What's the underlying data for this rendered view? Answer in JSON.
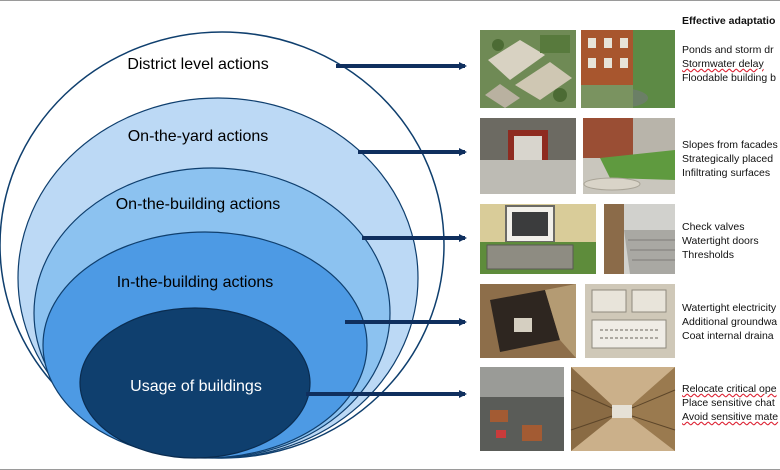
{
  "levels": [
    {
      "label": "District level actions"
    },
    {
      "label": "On-the-yard actions"
    },
    {
      "label": "On-the-building actions"
    },
    {
      "label": "In-the-building actions"
    },
    {
      "label": "Usage of buildings"
    }
  ],
  "colors": {
    "district": "#ffffff",
    "yard": "#bcd9f5",
    "building_on": "#8cc2f0",
    "building_in": "#4d9ae4",
    "usage": "#0f3f6e",
    "arrow": "#0f2f5e"
  },
  "panel": {
    "heading": "Effective adaptatio",
    "groups": [
      {
        "lines": [
          "Ponds and storm dr",
          "Stormwater delay",
          "Floodable building b"
        ]
      },
      {
        "lines": [
          "Slopes from facades",
          "Strategically placed",
          "Infiltrating surfaces"
        ]
      },
      {
        "lines": [
          "Check valves",
          "Watertight doors",
          "Thresholds"
        ]
      },
      {
        "lines": [
          "Watertight electricity",
          "Additional groundwa",
          "Coat internal draina"
        ]
      },
      {
        "lines": [
          "Relocate critical ope",
          "Place sensitive chat",
          "Avoid sensitive mate"
        ]
      }
    ]
  },
  "photos": [
    {
      "alt": "aerial-neighbourhood-photo"
    },
    {
      "alt": "pond-courtyard-photo"
    },
    {
      "alt": "building-entrance-photo"
    },
    {
      "alt": "yard-lawn-photo"
    },
    {
      "alt": "basement-window-photo"
    },
    {
      "alt": "stairwell-photo"
    },
    {
      "alt": "floor-hatch-photo"
    },
    {
      "alt": "electrical-panel-photo"
    },
    {
      "alt": "flooded-storage-photo"
    },
    {
      "alt": "archive-shelves-photo"
    }
  ]
}
